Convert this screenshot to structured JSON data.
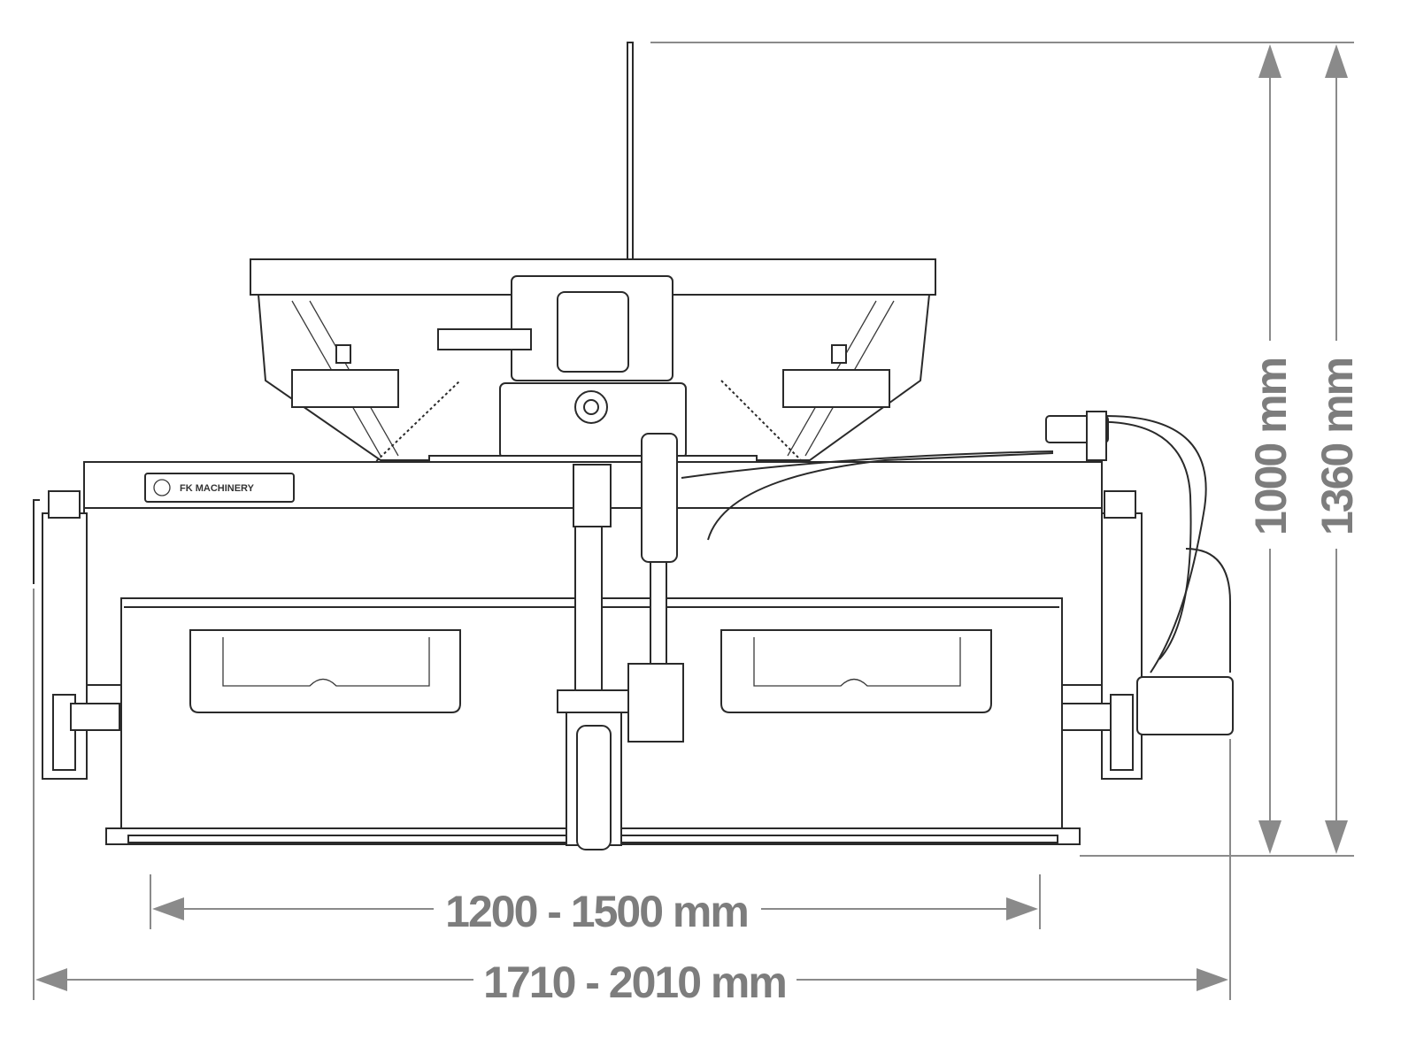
{
  "drawing": {
    "logo_text": "FK MACHINERY",
    "dimensions": {
      "height_body": "1000 mm",
      "height_total": "1360 mm",
      "working_width": "1200 - 1500 mm",
      "total_width": "1710 - 2010 mm"
    },
    "colors": {
      "line": "#2a2a2a",
      "dimension": "#8a8a8a"
    }
  }
}
